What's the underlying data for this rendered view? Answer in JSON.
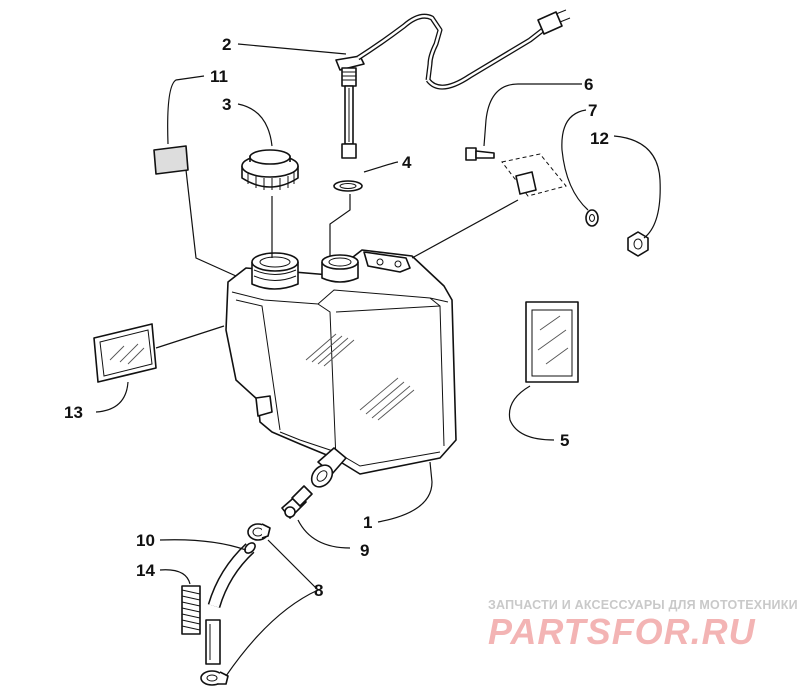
{
  "diagram": {
    "callouts": {
      "c1": "1",
      "c2": "2",
      "c3": "3",
      "c4": "4",
      "c5": "5",
      "c6": "6",
      "c7": "7",
      "c8": "8",
      "c9": "9",
      "c10": "10",
      "c11": "11",
      "c12": "12",
      "c13": "13",
      "c14": "14"
    }
  },
  "watermark": {
    "subtitle": "ЗАПЧАСТИ И АКСЕССУАРЫ ДЛЯ МОТОТЕХНИКИ",
    "logo": "PARTSFOR.RU"
  }
}
